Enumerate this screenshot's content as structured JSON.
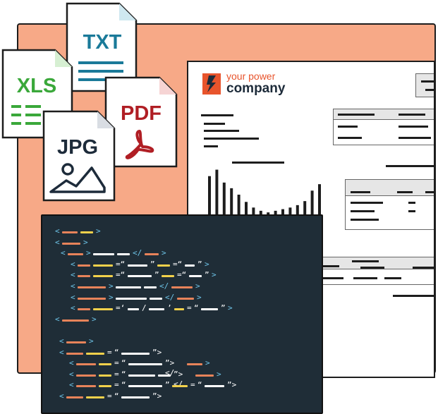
{
  "files": [
    {
      "label": "TXT",
      "color": "#1a7a99",
      "fold": "#cfe8f0"
    },
    {
      "label": "XLS",
      "color": "#3aa83a",
      "fold": "#d6efd2"
    },
    {
      "label": "PDF",
      "color": "#b01e24",
      "fold": "#f6d4d4"
    },
    {
      "label": "JPG",
      "color": "#1d2b3a",
      "fold": "#d9dde3"
    }
  ],
  "brand": {
    "line1": "your power",
    "line2": "company",
    "accent": "#e8542c",
    "navy": "#1d2b3a"
  },
  "colors": {
    "panel": "#f7a987",
    "code_bg": "#1f2d37",
    "tag_orange": "#e7835a",
    "tag_yellow": "#f2d14b",
    "tag_blue": "#6ec5e9",
    "text_white": "#ffffff"
  },
  "chart_data": {
    "type": "bar",
    "values": [
      58,
      66,
      50,
      43,
      35,
      26,
      19,
      15,
      13,
      15,
      17,
      19,
      22,
      27,
      40,
      48
    ]
  }
}
